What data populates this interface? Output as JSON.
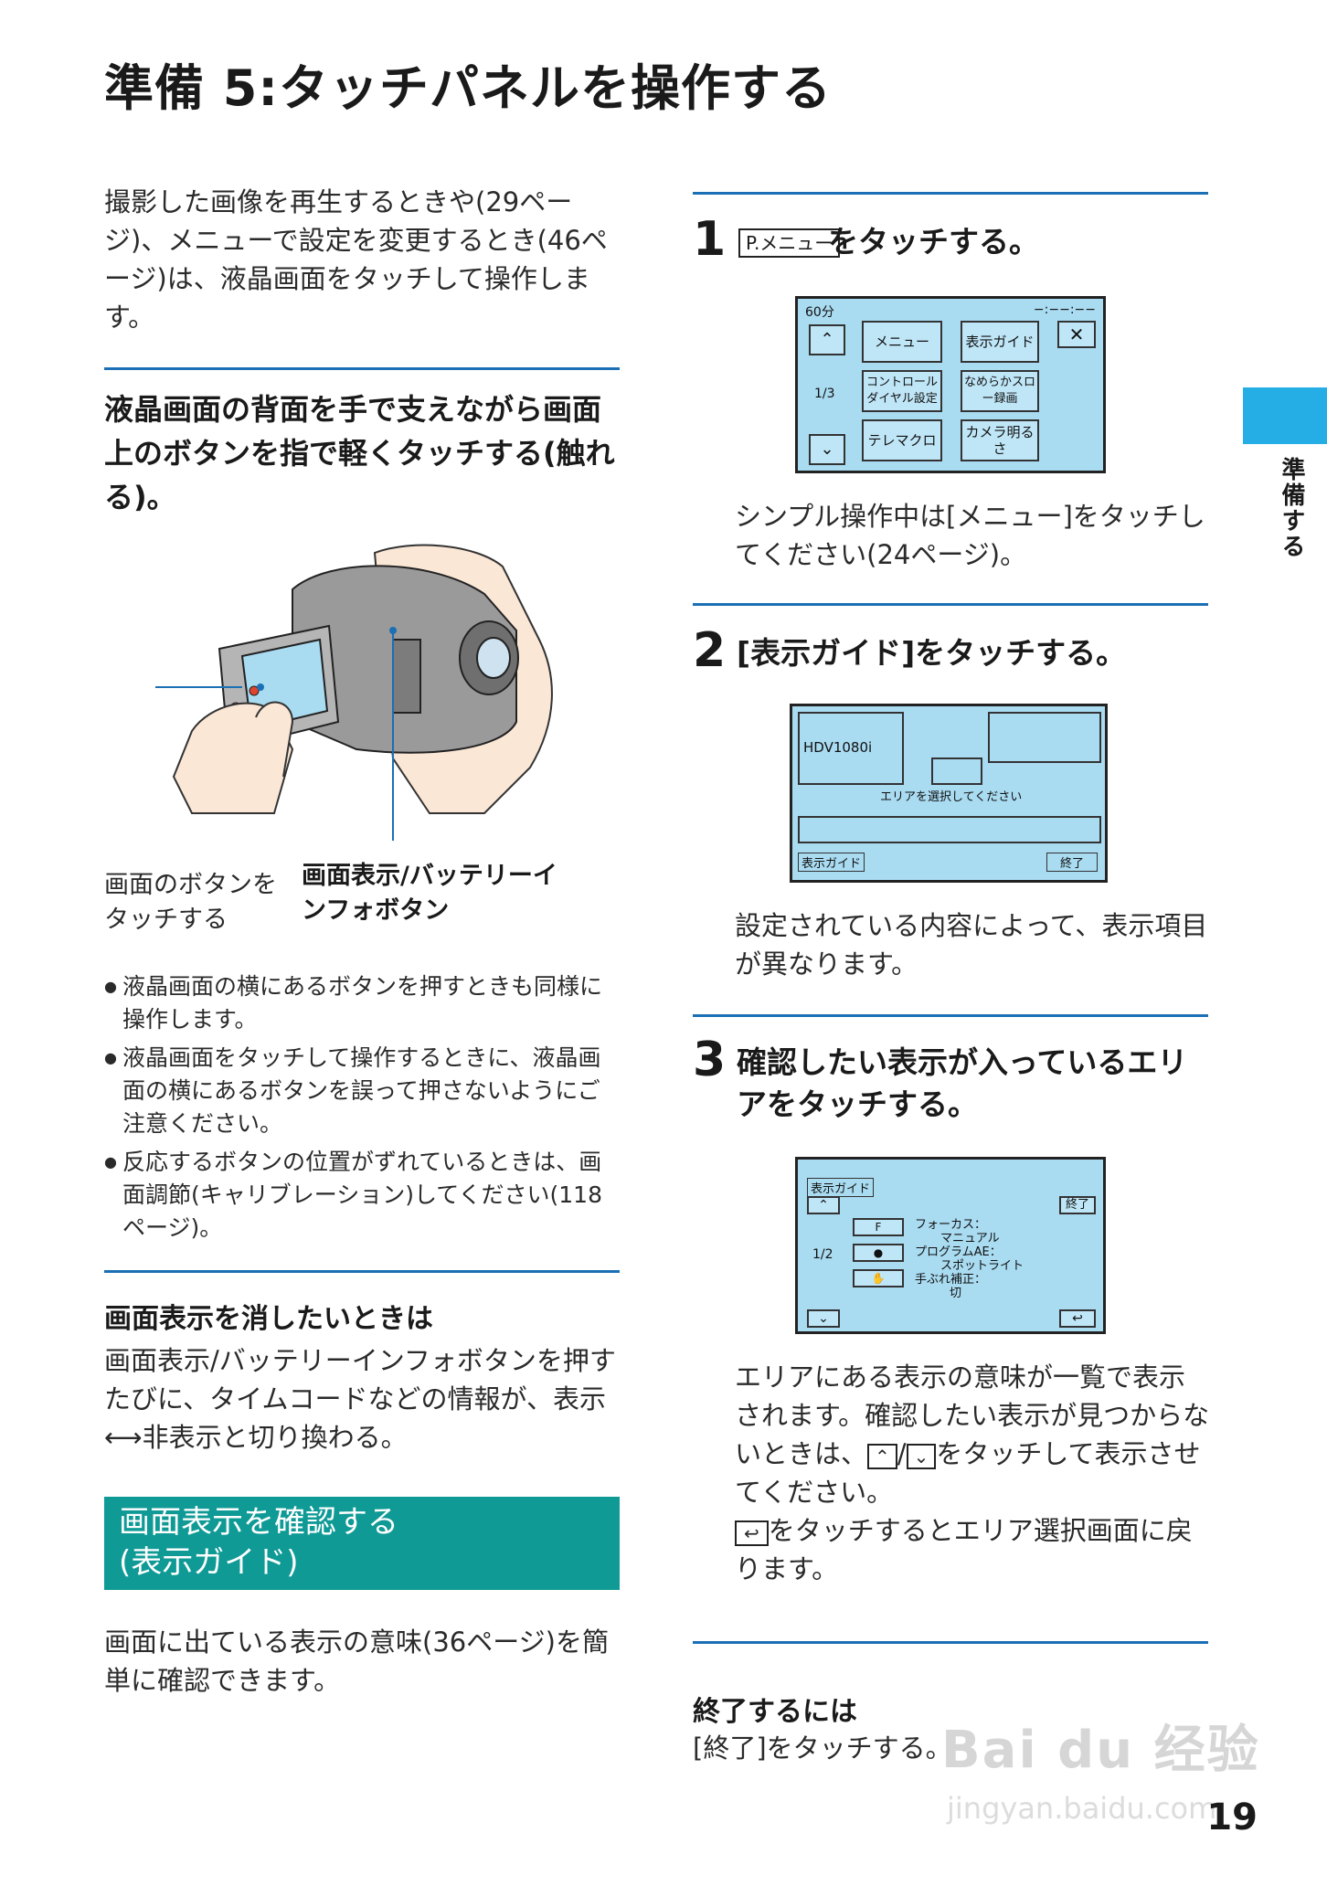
{
  "title": "準備 5:タッチパネルを操作する",
  "intro": "撮影した画像を再生するときや(29ページ)、メニューで設定を変更するとき(46ページ)は、液晶画面をタッチして操作します。",
  "main_instruction": "液晶画面の背面を手で支えながら画面上のボタンを指で軽くタッチする(触れる)。",
  "callout_left": "画面のボタンをタッチする",
  "callout_right": "画面表示/バッテリーインフォボタン",
  "bullets": [
    "液晶画面の横にあるボタンを押すときも同様に操作します。",
    "液晶画面をタッチして操作するときに、液晶画面の横にあるボタンを誤って押さないようにご注意ください。",
    "反応するボタンの位置がずれているときは、画面調節(キャリブレーション)してください(118ページ)。"
  ],
  "hide_display": {
    "heading": "画面表示を消したいときは",
    "text": "画面表示/バッテリーインフォボタンを押すたびに、タイムコードなどの情報が、表示⟷非表示と切り換わる。"
  },
  "guide_section": {
    "heading_line1": "画面表示を確認する",
    "heading_line2": "(表示ガイド)",
    "text": "画面に出ている表示の意味(36ページ)を簡単に確認できます。"
  },
  "steps": [
    {
      "number": "1",
      "icon_label": "P.メニュー",
      "text": "をタッチする。",
      "note": "シンプル操作中は[メニュー]をタッチしてください(24ページ)。"
    },
    {
      "number": "2",
      "text": "[表示ガイド]をタッチする。",
      "note": "設定されている内容によって、表示項目が異なります。"
    },
    {
      "number": "3",
      "text": "確認したい表示が入っているエリアをタッチする。",
      "note_line1": "エリアにある表示の意味が一覧で表示されます。確認したい表示が見つからないときは、",
      "note_line2": "をタッチして表示させてください。",
      "note_line3": "をタッチするとエリア選択画面に戻ります。"
    }
  ],
  "screen1": {
    "battery": "60分",
    "time": "−:−−:−−",
    "buttons": [
      "メニュー",
      "表示ガイド",
      "コントロールダイヤル設定",
      "なめらかスロー録画",
      "テレマクロ",
      "カメラ明るさ"
    ],
    "page": "1/3"
  },
  "screen2": {
    "format": "HDV1080i",
    "prompt": "エリアを選択してください",
    "guide_button": "表示ガイド",
    "end_button": "終了"
  },
  "screen3": {
    "header": "表示ガイド",
    "end_button": "終了",
    "page": "1/2",
    "lines": [
      "フォーカス：",
      "マニュアル",
      "プログラムAE：",
      "スポットライト",
      "手ぶれ補正：",
      "切"
    ]
  },
  "finish": {
    "heading": "終了するには",
    "text": "[終了]をタッチする。"
  },
  "side_tab": "準備する",
  "page_number": "19",
  "watermark": {
    "brand": "Bai du 经验",
    "url": "jingyan.baidu.com"
  }
}
